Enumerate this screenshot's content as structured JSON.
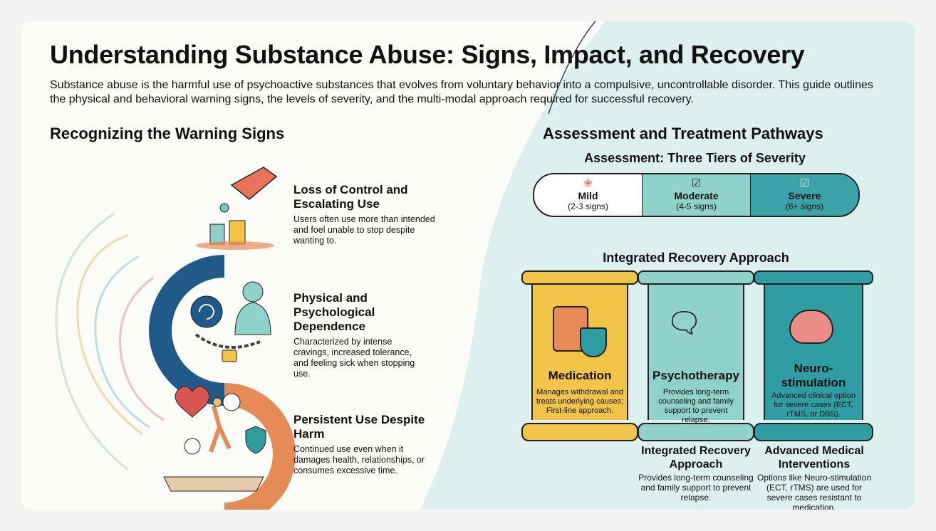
{
  "title": "Understanding Substance Abuse: Signs, Impact, and Recovery",
  "subtitle": "Substance abuse is the harmful use of psychoactive substances that evolves from voluntary behavior into a compulsive, uncontrollable disorder. This guide outlines the physical and behavioral warning signs, the levels of severity, and the multi-modal approach required for successful recovery.",
  "warning": {
    "heading": "Recognizing the Warning Signs",
    "items": [
      {
        "title": "Loss of Control and Escalating Use",
        "desc": "Users often use more than intended and foel unable to stop despite wanting to.",
        "icon": "pills-hand-icon"
      },
      {
        "title": "Physical and Psychological Dependence",
        "desc": "Characterized by intense cravings, increased tolerance, and feeling sick when stopping use.",
        "icon": "chained-brain-icon"
      },
      {
        "title": "Persistent Use Despite Harm",
        "desc": "Continued use even when it damages health, relationships, or consumes excessive time.",
        "icon": "broken-heart-icon"
      }
    ]
  },
  "assessment": {
    "heading": "Assessment and Treatment Pathways",
    "tiers_title": "Assessment: Three Tiers of Severity",
    "tiers": [
      {
        "name": "Mild",
        "count": "(2-3 signs)",
        "icon": "brain-icon"
      },
      {
        "name": "Moderate",
        "count": "(4-5 signs)",
        "icon": "check-circle-icon"
      },
      {
        "name": "Severe",
        "count": "(6+ signs)",
        "icon": "check-circle-icon"
      }
    ],
    "recovery_title": "Integrated Recovery Approach",
    "pillars": [
      {
        "name": "Medication",
        "desc": "Manages withdrawal and treats underlying causes; First-line approach.",
        "color": "#f2c549"
      },
      {
        "name": "Psychotherapy",
        "desc": "Provides long-term counseling and family support to prevent relapse.",
        "color": "#8fd2cc"
      },
      {
        "name": "Neuro-stimulation",
        "desc": "Advanced clinical option for severe cases (ECT, rTMS, or DBS).",
        "color": "#2f9ea3"
      }
    ],
    "notes": [
      {
        "title": "Integrated Recovery Approach",
        "desc": "Provides long-term counseling and family support to prevent relapse."
      },
      {
        "title": "Advanced Medical Interventions",
        "desc": "Options like Neuro-stimulation (ECT, rTMS) are used for severe cases resistant to medication."
      }
    ]
  },
  "colors": {
    "teal_bg": "#dcf1ef",
    "dark_blue": "#1f5a8a",
    "orange": "#e58b55"
  }
}
